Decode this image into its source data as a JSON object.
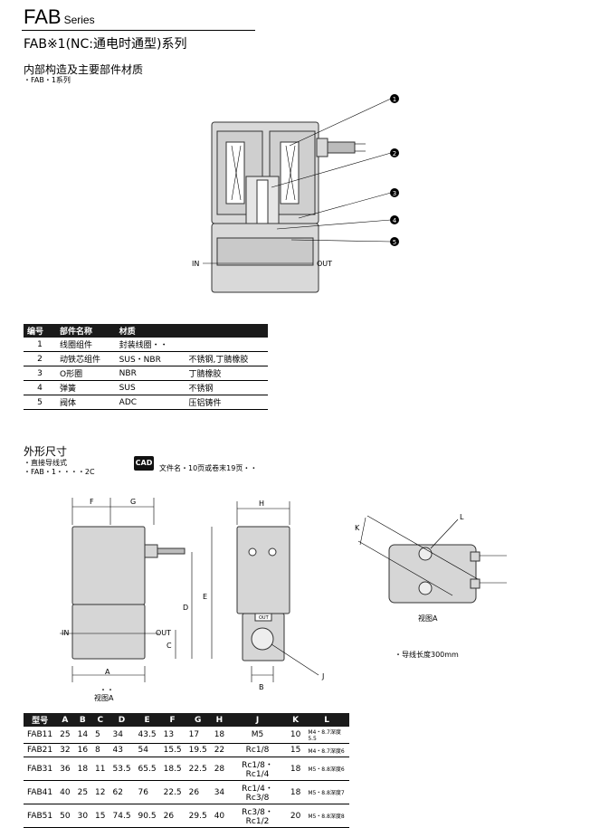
{
  "header": {
    "model": "FAB",
    "series": "Series",
    "subtitle": "FAB※1(NC:通电时通型)系列"
  },
  "structure": {
    "heading": "内部构造及主要部件材质",
    "note": "・FAB・1系列",
    "callouts": [
      "1",
      "2",
      "3",
      "4",
      "5"
    ],
    "in_label": "IN",
    "out_label": "OUT"
  },
  "parts_table": {
    "headers": [
      "编号",
      "部件名称",
      "材质",
      ""
    ],
    "rows": [
      [
        "1",
        "线圈组件",
        "封装线圈・・",
        ""
      ],
      [
        "2",
        "动铁芯组件",
        "SUS・NBR",
        "不锈钢,丁腈橡胶"
      ],
      [
        "3",
        "O形圈",
        "NBR",
        "丁腈橡胶"
      ],
      [
        "4",
        "弹簧",
        "SUS",
        "不锈钢"
      ],
      [
        "5",
        "阀体",
        "ADC",
        "压铝铸件"
      ]
    ]
  },
  "dimensions": {
    "heading": "外形尺寸",
    "note1": "・直接导线式",
    "note2": "・FAB・1・・・・2C",
    "cad_icon": "CAD",
    "cad_note": "文件名・10页或卷末19页・・",
    "labels": {
      "F": "F",
      "G": "G",
      "H": "H",
      "D": "D",
      "E": "E",
      "C": "C",
      "A": "A",
      "B": "B",
      "J": "J",
      "K": "K",
      "L": "L",
      "in": "IN",
      "out": "OUT",
      "out_port": "OUT",
      "view_a": "视图A",
      "view_a_arrows": "・・",
      "view_a2": "视图A"
    },
    "lead_length": "・导线长度300mm"
  },
  "dims_table": {
    "headers": [
      "型号",
      "A",
      "B",
      "C",
      "D",
      "E",
      "F",
      "G",
      "H",
      "J",
      "K",
      "L"
    ],
    "rows": [
      [
        "FAB11",
        "25",
        "14",
        "5",
        "34",
        "43.5",
        "13",
        "17",
        "18",
        "M5",
        "10",
        "M4・8.7深度5.5"
      ],
      [
        "FAB21",
        "32",
        "16",
        "8",
        "43",
        "54",
        "15.5",
        "19.5",
        "22",
        "Rc1/8",
        "15",
        "M4・8.7深度6"
      ],
      [
        "FAB31",
        "36",
        "18",
        "11",
        "53.5",
        "65.5",
        "18.5",
        "22.5",
        "28",
        "Rc1/8・Rc1/4",
        "18",
        "M5・8.8深度6"
      ],
      [
        "FAB41",
        "40",
        "25",
        "12",
        "62",
        "76",
        "22.5",
        "26",
        "34",
        "Rc1/4・Rc3/8",
        "18",
        "M5・8.8深度7"
      ],
      [
        "FAB51",
        "50",
        "30",
        "15",
        "74.5",
        "90.5",
        "26",
        "29.5",
        "40",
        "Rc3/8・Rc1/2",
        "20",
        "M5・8.8深度8"
      ]
    ]
  }
}
